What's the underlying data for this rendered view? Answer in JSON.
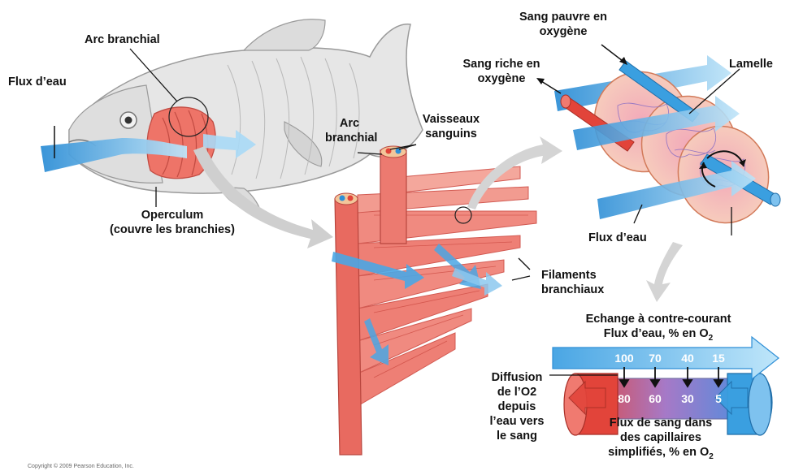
{
  "labels": {
    "flux_eau_left": "Flux d’eau",
    "arc_branchial_top": "Arc branchial",
    "operculum_line1": "Operculum",
    "operculum_line2": "(couvre les branchies)",
    "arc_branchial_mid_line1": "Arc",
    "arc_branchial_mid_line2": "branchial",
    "vaisseaux_line1": "Vaisseaux",
    "vaisseaux_line2": "sanguins",
    "sang_pauvre_line1": "Sang pauvre en",
    "sang_pauvre_line2": "oxygène",
    "sang_riche_line1": "Sang riche en",
    "sang_riche_line2": "oxygène",
    "lamelle": "Lamelle",
    "flux_eau_right": "Flux d’eau",
    "filaments_line1": "Filaments",
    "filaments_line2": "branchiaux",
    "echange_line1": "Echange à contre-courant",
    "echange_line2_prefix": "Flux d’eau, % en O",
    "echange_line2_sub": "2",
    "diffusion_line1": "Diffusion",
    "diffusion_line2": "de l’O2",
    "diffusion_line3": "depuis",
    "diffusion_line4": "l’eau vers",
    "diffusion_line5": "le sang",
    "sang_flux_line1": "Flux de sang dans",
    "sang_flux_line2": "des capillaires",
    "sang_flux_line3_prefix": "simplifiés, % en O",
    "sang_flux_line3_sub": "2"
  },
  "water_values": [
    "100",
    "70",
    "40",
    "15"
  ],
  "blood_values": [
    "80",
    "60",
    "30",
    "5"
  ],
  "copyright": "Copyright © 2009 Pearson Education, Inc.",
  "colors": {
    "water_blue": "#3a9fe0",
    "water_blue_light": "#9fd3f5",
    "gill_red": "#e8685f",
    "gill_red_light": "#f4a49c",
    "fish_gray": "#d8d8d8",
    "lamella_pink": "#f6c7b4",
    "capillary_purple": "#8b6fc4",
    "arrow_gray": "#cfcfcf"
  }
}
